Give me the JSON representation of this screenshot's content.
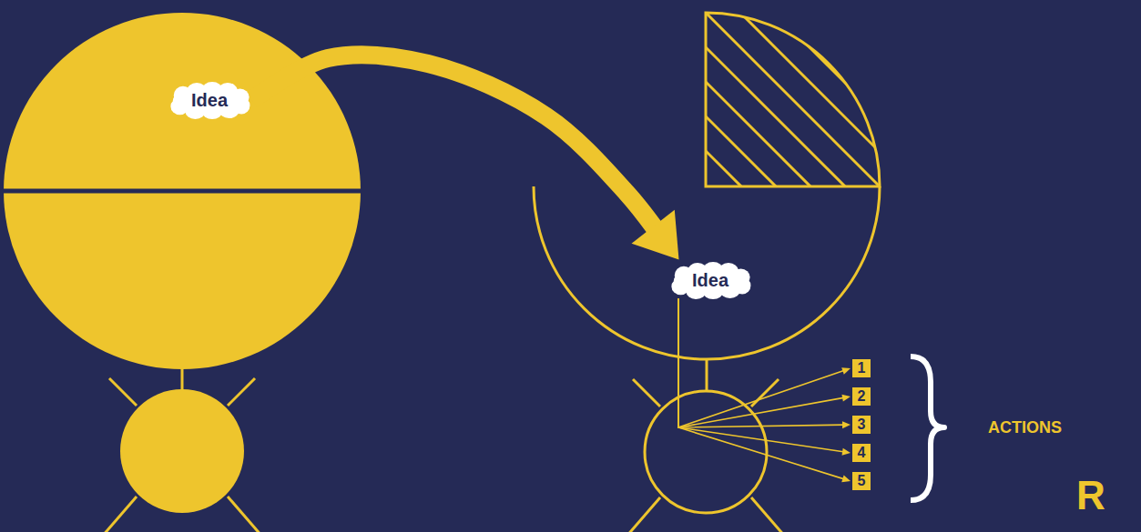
{
  "diagram": {
    "nodes": [
      {
        "text": [
          "Idea"
        ]
      },
      {
        "text": [
          "Idea"
        ]
      },
      {
        "text": [
          "1"
        ]
      },
      {
        "text": [
          "2"
        ]
      },
      {
        "text": [
          "3"
        ]
      },
      {
        "text": [
          "4"
        ]
      },
      {
        "text": [
          "5"
        ]
      }
    ],
    "edges": [
      {
        "from": 0,
        "to": 1,
        "arrow": "to"
      },
      {
        "from": 1,
        "to": 2,
        "arrow": "to"
      },
      {
        "from": 1,
        "to": 3,
        "arrow": "to"
      },
      {
        "from": 1,
        "to": 4,
        "arrow": "to"
      },
      {
        "from": 1,
        "to": 5,
        "arrow": "to"
      },
      {
        "from": 1,
        "to": 6,
        "arrow": "to"
      }
    ],
    "labels": [
      "ACTIONS",
      "R"
    ]
  }
}
